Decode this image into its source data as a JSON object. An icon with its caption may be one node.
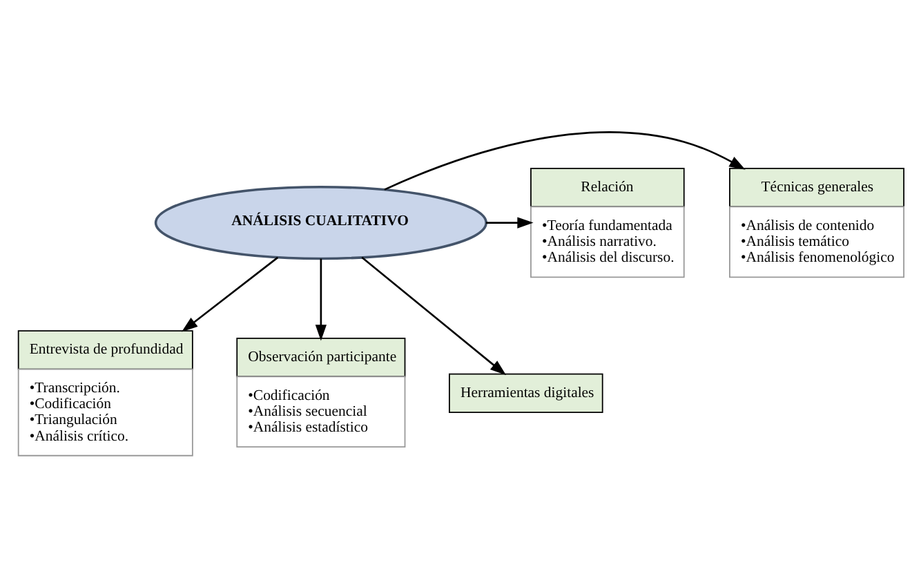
{
  "diagram": {
    "nodes": [
      {
        "text": [
          "ANÁLISIS CUALITATIVO"
        ]
      },
      {
        "text": [
          "Técnicas generales",
          "•Análisis de contenido",
          "•Análisis temático",
          "•Análisis fenomenológico"
        ]
      },
      {
        "text": [
          "Relación",
          "•Teoría fundamentada",
          "•Análisis narrativo.",
          "•Análisis del discurso."
        ]
      },
      {
        "text": [
          "Entrevista de profundidad",
          "•Transcripción.",
          "•Codificación",
          "•Triangulación",
          "•Análisis crítico."
        ]
      },
      {
        "text": [
          "Observación participante",
          "•Codificación",
          "•Análisis secuencial",
          "•Análisis estadístico"
        ]
      },
      {
        "text": [
          "Herramientas digitales"
        ]
      }
    ],
    "edges": [
      {
        "from": 0,
        "to": 1,
        "arrow": "to"
      },
      {
        "from": 0,
        "to": 2,
        "arrow": "to"
      },
      {
        "from": 0,
        "to": 3,
        "arrow": "to"
      },
      {
        "from": 0,
        "to": 4,
        "arrow": "to"
      },
      {
        "from": 0,
        "to": 5,
        "arrow": "to"
      }
    ]
  }
}
